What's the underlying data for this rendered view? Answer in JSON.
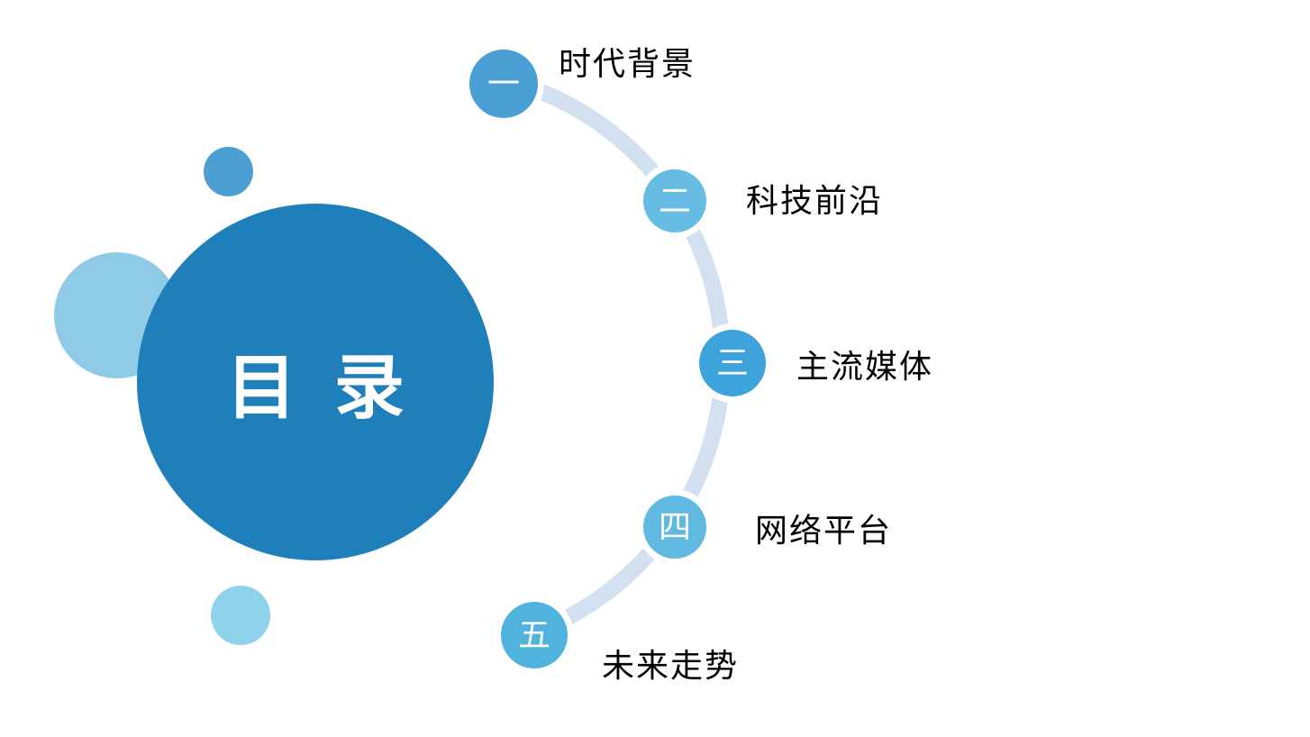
{
  "slide": {
    "title": "目 录",
    "items": [
      {
        "num": "一",
        "label": "时代背景"
      },
      {
        "num": "二",
        "label": "科技前沿"
      },
      {
        "num": "三",
        "label": "主流媒体"
      },
      {
        "num": "四",
        "label": "网络平台"
      },
      {
        "num": "五",
        "label": "未来走势"
      }
    ],
    "colors": {
      "main_circle": "#1E7FBA",
      "deco_top": "#4C9FD2",
      "deco_left": "#8FCAE7",
      "deco_bottom": "#8FD2EC",
      "arc": "#D2E0F0",
      "items": [
        "#4A9FD4",
        "#67BCE3",
        "#3FA3DB",
        "#5FB9E0",
        "#4FB3DD"
      ],
      "title_text": "#FFFFFF",
      "label_text": "#000000"
    }
  }
}
